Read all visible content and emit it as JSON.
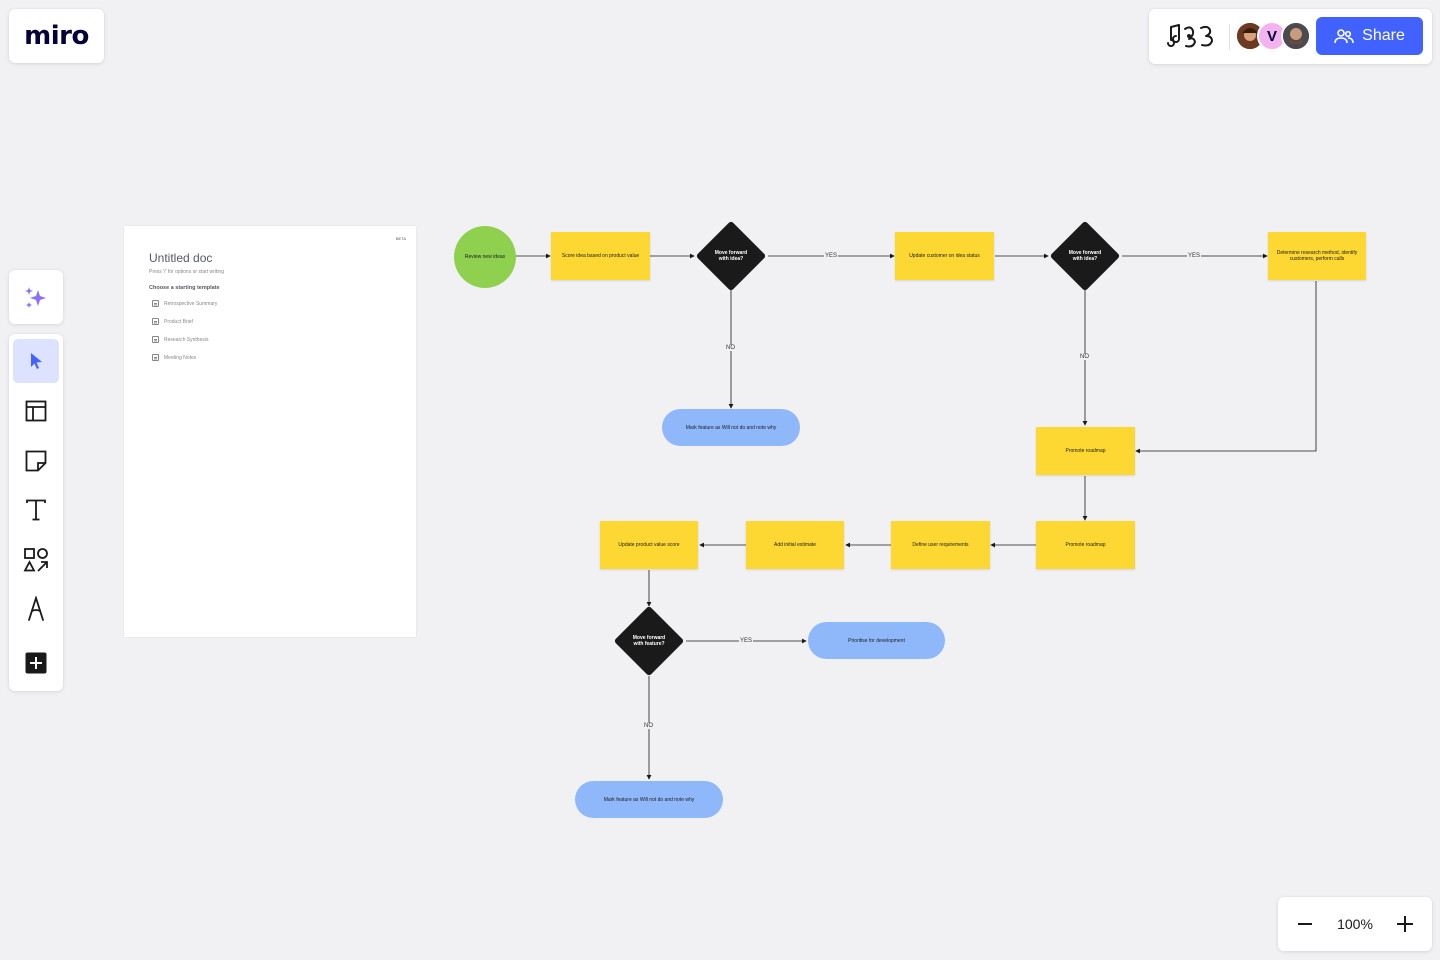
{
  "brand": {
    "logo": "miro"
  },
  "collab": {
    "share_label": "Share",
    "avatars": [
      {
        "initial": ""
      },
      {
        "initial": "V"
      },
      {
        "initial": ""
      }
    ]
  },
  "toolbar": {
    "tools": [
      {
        "name": "select"
      },
      {
        "name": "templates"
      },
      {
        "name": "sticky-note"
      },
      {
        "name": "text"
      },
      {
        "name": "shapes"
      },
      {
        "name": "pen"
      },
      {
        "name": "more-tools"
      }
    ],
    "active": "select"
  },
  "zoom": {
    "level": "100%"
  },
  "doc": {
    "badge": "BETA",
    "title": "Untitled doc",
    "hint": "Press '/' for options or start writing",
    "choose_label": "Choose a starting template",
    "templates": [
      "Retrospective Summary",
      "Product Brief",
      "Research Synthesis",
      "Meeting Notes"
    ]
  },
  "flowchart": {
    "nodes": {
      "review": "Review new ideas",
      "score": "Score idea based on product value",
      "decision1": "Move forward with idea?",
      "update_customer": "Update customer on idea status",
      "decision2": "Move forward with idea?",
      "research": "Determine research method, identify customers, perform calls",
      "mark1": "Mark feature as Will not do and note why",
      "promote1": "Promote roadmap",
      "promote2": "Promote roadmap",
      "define": "Define user requirements",
      "estimate": "Add initial estimate",
      "update_value": "Update product value score",
      "decision3": "Move forward with feature?",
      "prioritise": "Prioritise for development",
      "mark2": "Mark feature as Will not do and note why"
    },
    "labels": {
      "yes1": "YES",
      "yes2": "YES",
      "yes3": "YES",
      "no1": "NO",
      "no2": "NO",
      "no3": "NO"
    }
  },
  "colors": {
    "accent": "#4262ff",
    "sticky": "#fed832",
    "start": "#8fd14f",
    "end": "#8fb8fa",
    "decision": "#1a1a1a"
  }
}
